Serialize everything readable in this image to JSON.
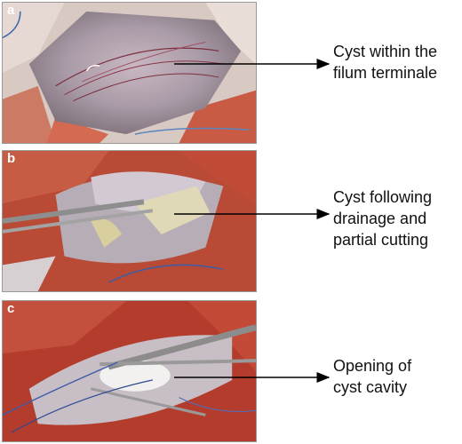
{
  "panels": [
    {
      "letter": "a",
      "caption_lines": [
        "Cyst within the",
        "filum terminale"
      ]
    },
    {
      "letter": "b",
      "caption_lines": [
        "Cyst following",
        "drainage and",
        "partial cutting"
      ]
    },
    {
      "letter": "c",
      "caption_lines": [
        "Opening of",
        "cyst cavity"
      ]
    }
  ],
  "colors": {
    "tissue_red": "#c0503a",
    "arrow": "#000000"
  }
}
